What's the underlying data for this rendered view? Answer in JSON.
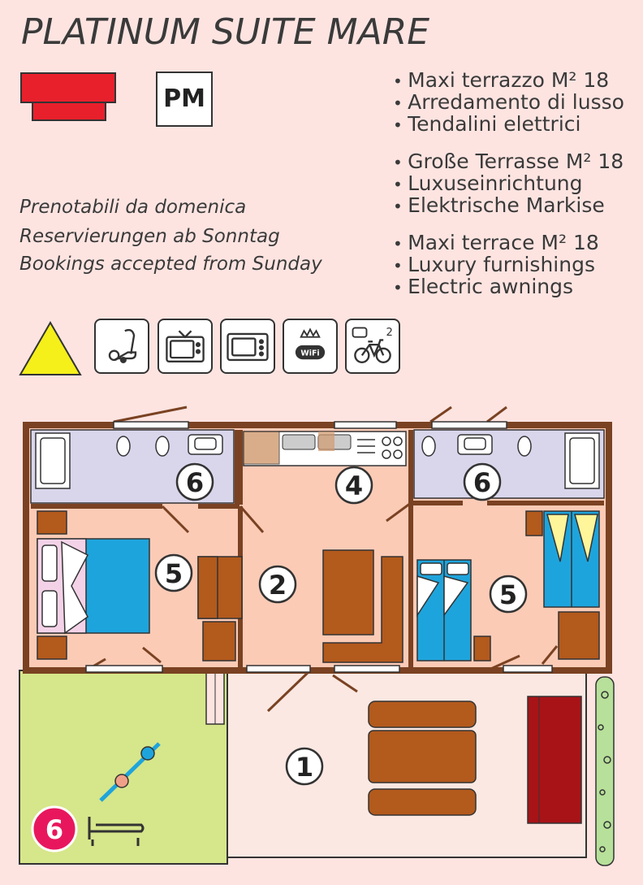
{
  "header": {
    "title": "PLATINUM SUITE MARE",
    "badge": "PM"
  },
  "features": {
    "it": [
      "Maxi terrazzo M² 18",
      "Arredamento di lusso",
      "Tendalini elettrici"
    ],
    "de": [
      "Große Terrasse M² 18",
      "Luxuseinrichtung",
      "Elektrische Markise"
    ],
    "en": [
      "Maxi terrace M² 18",
      "Luxury furnishings",
      "Electric awnings"
    ]
  },
  "booking": [
    "Prenotabili da domenica",
    "Reservierungen ab Sonntag",
    "Bookings accepted from Sunday"
  ],
  "amenities": {
    "icons": [
      "vacuum-cleaner-icon",
      "tv-icon",
      "microwave-icon",
      "wifi-icon",
      "bicycle-icon"
    ],
    "wifi_text": "WiFi",
    "bikes_count": "2"
  },
  "floorplan": {
    "labels": {
      "terrace": "1",
      "living": "2",
      "kitchen": "4",
      "bedroom_left": "5",
      "bedroom_right": "5",
      "bath_left": "6",
      "bath_right": "6",
      "garden": "6"
    }
  },
  "colors": {
    "background": "#fde4e1",
    "badge_red": "#e8202c",
    "warning_yellow": "#f5ef1a",
    "wall": "#7a4222",
    "furniture": "#b35a1d",
    "bed_blue": "#1ea4dc",
    "garden": "#d6e68a",
    "garden_badge": "#e8175d"
  }
}
